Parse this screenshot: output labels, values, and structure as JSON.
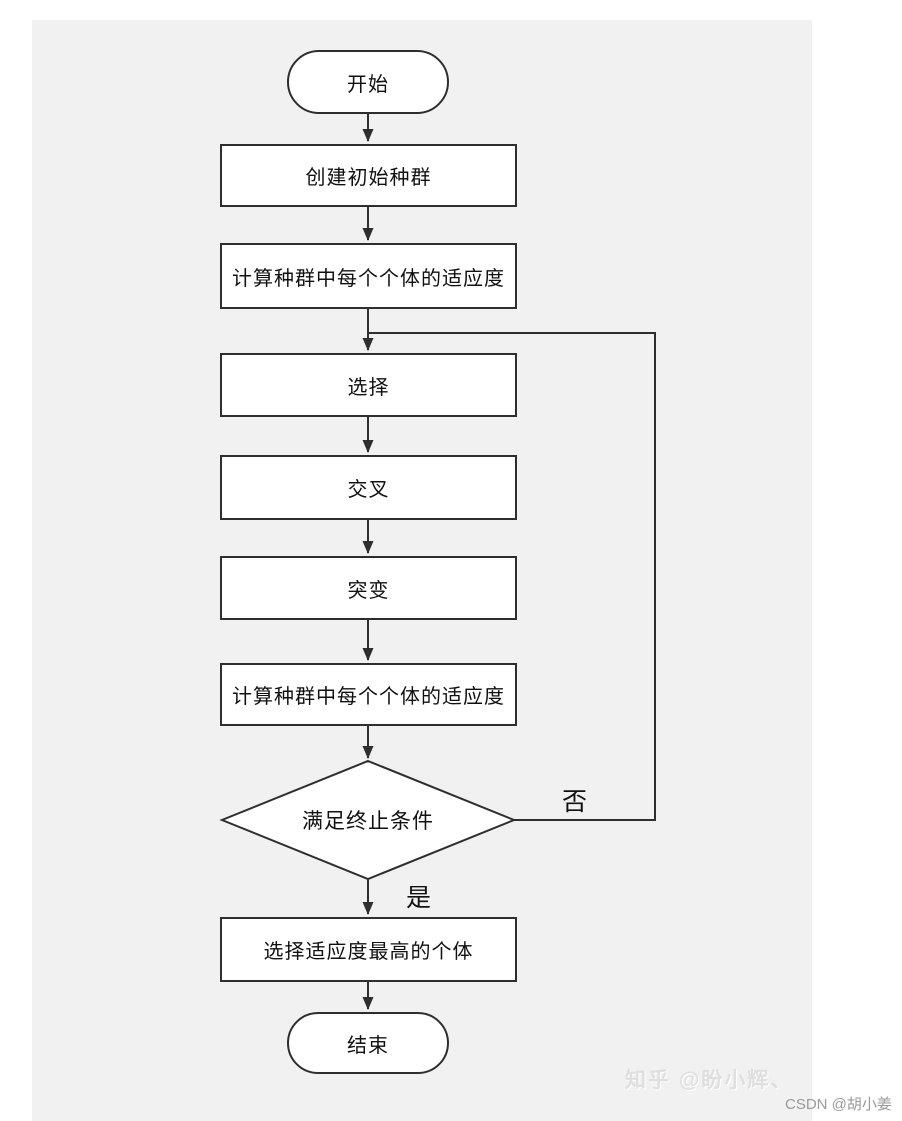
{
  "page": {
    "background": "#ffffff",
    "panel_background": "#f1f1f1"
  },
  "flowchart": {
    "title_semantic": "genetic-algorithm-flowchart",
    "stroke_color": "#2e2e2e",
    "node_fill": "#ffffff",
    "text_color": "#111111",
    "nodes": {
      "start": {
        "label": "开始",
        "type": "terminator"
      },
      "create_population": {
        "label": "创建初始种群",
        "type": "process"
      },
      "fitness_1": {
        "label": "计算种群中每个个体的适应度",
        "type": "process"
      },
      "selection": {
        "label": "选择",
        "type": "process"
      },
      "crossover": {
        "label": "交叉",
        "type": "process"
      },
      "mutation": {
        "label": "突变",
        "type": "process"
      },
      "fitness_2": {
        "label": "计算种群中每个个体的适应度",
        "type": "process"
      },
      "termination_check": {
        "label": "满足终止条件",
        "type": "decision"
      },
      "select_best": {
        "label": "选择适应度最高的个体",
        "type": "process"
      },
      "end": {
        "label": "结束",
        "type": "terminator"
      }
    },
    "edge_labels": {
      "no": "否",
      "yes": "是"
    }
  },
  "watermarks": {
    "zhihu": "知乎 @盼小辉、",
    "csdn": "CSDN @胡小姜"
  }
}
